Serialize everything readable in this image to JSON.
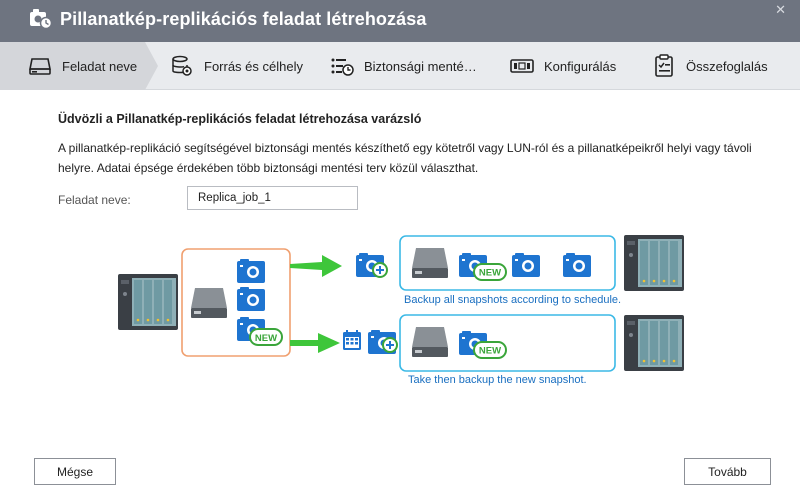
{
  "window": {
    "title": "Pillanatkép-replikációs feladat létrehozása",
    "close_glyph": "✕"
  },
  "steps": [
    {
      "label": "Feladat neve",
      "icon": "disk-icon"
    },
    {
      "label": "Forrás és célhely",
      "icon": "gear-database-icon"
    },
    {
      "label": "Biztonsági menté…",
      "icon": "schedule-list-icon"
    },
    {
      "label": "Konfigurálás",
      "icon": "config-icon"
    },
    {
      "label": "Összefoglalás",
      "icon": "clipboard-icon"
    }
  ],
  "main": {
    "heading": "Üdvözli a Pillanatkép-replikációs feladat létrehozása varázsló",
    "description": "A pillanatkép-replikáció segítségével biztonsági mentés készíthető egy kötetről vagy LUN-ról és a pillanatképeikről helyi vagy távoli helyre. Adatai épsége érdekében több biztonsági mentési terv közül választhat.",
    "task_name_label": "Feladat neve:",
    "task_name_value": "Replica_job_1"
  },
  "diagram": {
    "new_badge": "NEW",
    "caption_top": "Backup all snapshots according to schedule.",
    "caption_bottom": "Take then backup the new snapshot.",
    "colors": {
      "source_border": "#f0a070",
      "target_border": "#3cb9e6",
      "arrow": "#3ec63a",
      "snapshot_blue": "#1e74d0",
      "badge_green": "#3aa53a"
    }
  },
  "footer": {
    "cancel_label": "Mégse",
    "next_label": "Tovább"
  }
}
